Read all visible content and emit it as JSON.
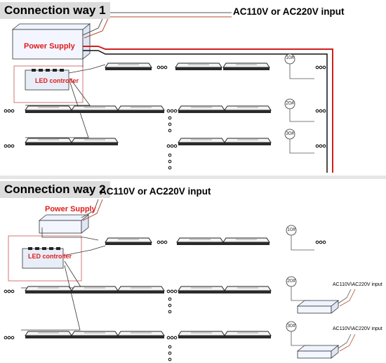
{
  "section1": {
    "title": "Connection way 1",
    "input_label": "AC110V or AC220V input",
    "power_supply": "Power Supply",
    "controller": "LED controller",
    "groups": [
      "10#",
      "20#",
      "30#"
    ]
  },
  "section2": {
    "title": "Connection way 2",
    "input_label": "AC110V or AC220V input",
    "power_supply": "Power Supply",
    "controller": "LED controller",
    "groups": [
      "10#",
      "20#",
      "30#"
    ],
    "extra_input_label": "AC110V\\AC220V input"
  },
  "colors": {
    "red_wire": "#d11f1f",
    "title_bg": "#dcdcdc",
    "accent_red": "#e01b1b"
  }
}
